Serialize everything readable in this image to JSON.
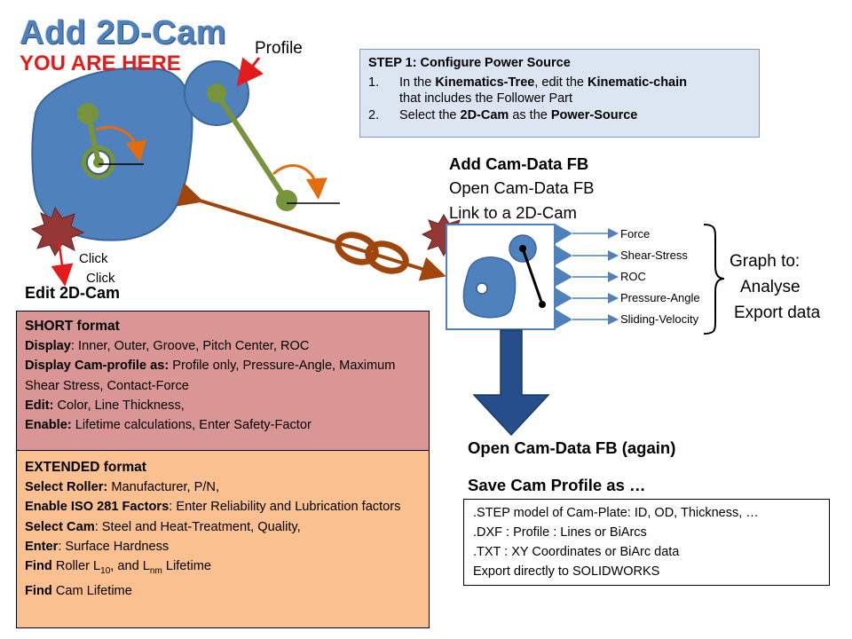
{
  "title": "Add 2D-Cam",
  "you_are_here": "YOU ARE HERE",
  "profile_label": "Profile",
  "step1": {
    "heading": "STEP 1:  Configure Power Source",
    "items": [
      {
        "num": "1.",
        "parts": [
          "In the ",
          "Kinematics-Tree",
          ", edit the ",
          "Kinematic-chain",
          ""
        ],
        "line2": "that includes the Follower Part"
      },
      {
        "num": "2.",
        "parts": [
          "Select the ",
          "2D-Cam",
          " as the ",
          "Power-Source",
          ""
        ]
      }
    ]
  },
  "add_cam_data": {
    "line1": "Add Cam-Data FB",
    "line2": "Open Cam-Data FB",
    "line3": "Link to a 2D-Cam"
  },
  "outputs": [
    "Force",
    "Shear-Stress",
    "ROC",
    "Pressure-Angle",
    "Sliding-Velocity"
  ],
  "graph_to": [
    "Graph to:",
    "Analyse",
    "Export data"
  ],
  "click_labels": [
    "Click",
    "Click"
  ],
  "edit_2d_cam": "Edit 2D-Cam",
  "short_format": {
    "heading": "SHORT format",
    "lines": [
      {
        "bold": "Display",
        "text": ": Inner, Outer, Groove, Pitch Center, ROC"
      },
      {
        "bold": "Display Cam-profile as:",
        "text": " Profile only, Pressure-Angle, Maximum Shear Stress, Contact-Force"
      },
      {
        "bold": "Edit:",
        "text": " Color, Line Thickness,"
      },
      {
        "bold": "Enable:",
        "text": " Lifetime calculations, Enter Safety-Factor"
      }
    ]
  },
  "extended_format": {
    "heading": "EXTENDED format",
    "lines": [
      {
        "bold": "Select Roller:",
        "text": " Manufacturer, P/N,"
      },
      {
        "bold": "Enable ISO 281 Factors",
        "text": ": Enter Reliability and Lubrication factors"
      },
      {
        "bold": "Select Cam",
        "text": ": Steel and Heat-Treatment, Quality,"
      },
      {
        "bold": "Enter",
        "text": ": Surface Hardness"
      }
    ],
    "find_roller": {
      "bold": "Find",
      "text1": " Roller L",
      "sub1": "10",
      "text2": ", and L",
      "sub2": "nm",
      "text3": " Lifetime"
    },
    "find_cam": {
      "bold": "Find",
      "text": " Cam Lifetime"
    }
  },
  "open_again": "Open Cam-Data FB (again)",
  "save_as": "Save Cam Profile as …",
  "save_options": [
    ".STEP model of Cam-Plate: ID, OD, Thickness, …",
    ".DXF : Profile : Lines or BiArcs",
    ".TXT : XY Coordinates or BiArc data",
    "Export directly to SOLIDWORKS"
  ],
  "colors": {
    "cam_blue": "#4f81bd",
    "link_green": "#77933c",
    "arrow_orange": "#e46c0a",
    "chain_brown": "#a0460d",
    "starburst": "#953735",
    "down_arrow": "#254e8a",
    "short_bg": "#d99694",
    "extended_bg": "#fac090",
    "step_bg": "#dce6f2"
  }
}
